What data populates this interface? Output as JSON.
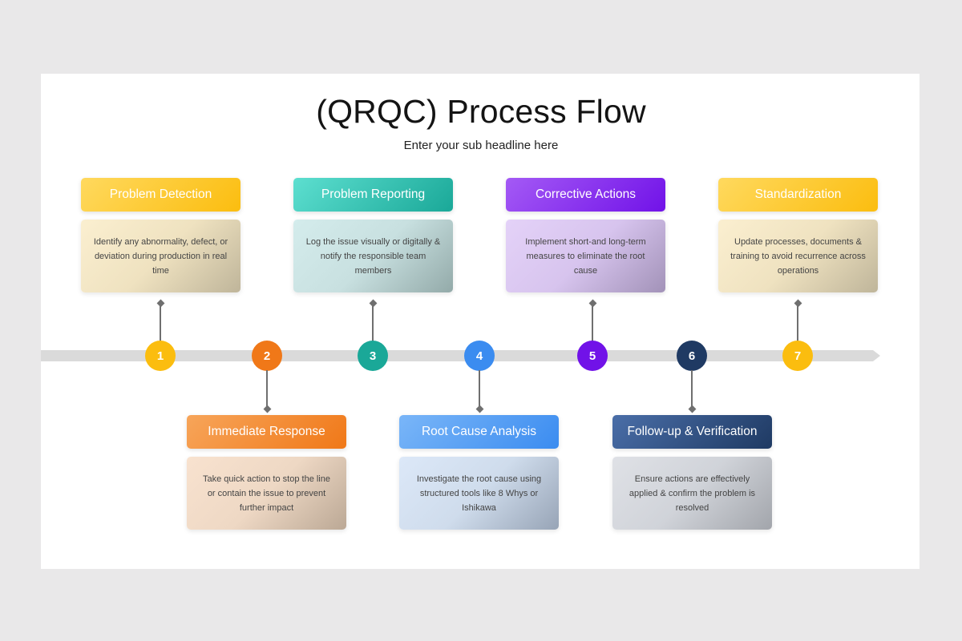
{
  "slide": {
    "title": "(QRQC) Process Flow",
    "subtitle": "Enter your sub headline here"
  },
  "steps": [
    {
      "number": "1",
      "title": "Problem Detection",
      "description": "Identify any abnormality, defect, or deviation during production in real time",
      "color": "#fbbd0f",
      "position": "above"
    },
    {
      "number": "2",
      "title": "Immediate Response",
      "description": "Take quick action to stop the line or contain the issue to prevent further impact",
      "color": "#f07818",
      "position": "below"
    },
    {
      "number": "3",
      "title": "Problem Reporting",
      "description": "Log the issue visually or digitally & notify the responsible team members",
      "color": "#1aa898",
      "position": "above"
    },
    {
      "number": "4",
      "title": "Root Cause Analysis",
      "description": "Investigate the root cause using structured tools like 8 Whys or Ishikawa",
      "color": "#3b8cf0",
      "position": "below"
    },
    {
      "number": "5",
      "title": "Corrective Actions",
      "description": "Implement short-and long-term measures to eliminate the root cause",
      "color": "#7112e8",
      "position": "above"
    },
    {
      "number": "6",
      "title": "Follow-up & Verification",
      "description": "Ensure actions are effectively applied & confirm the problem is resolved",
      "color": "#1f3a63",
      "position": "below"
    },
    {
      "number": "7",
      "title": "Standardization",
      "description": "Update processes, documents & training to avoid recurrence across operations",
      "color": "#fbbd0f",
      "position": "above"
    }
  ]
}
